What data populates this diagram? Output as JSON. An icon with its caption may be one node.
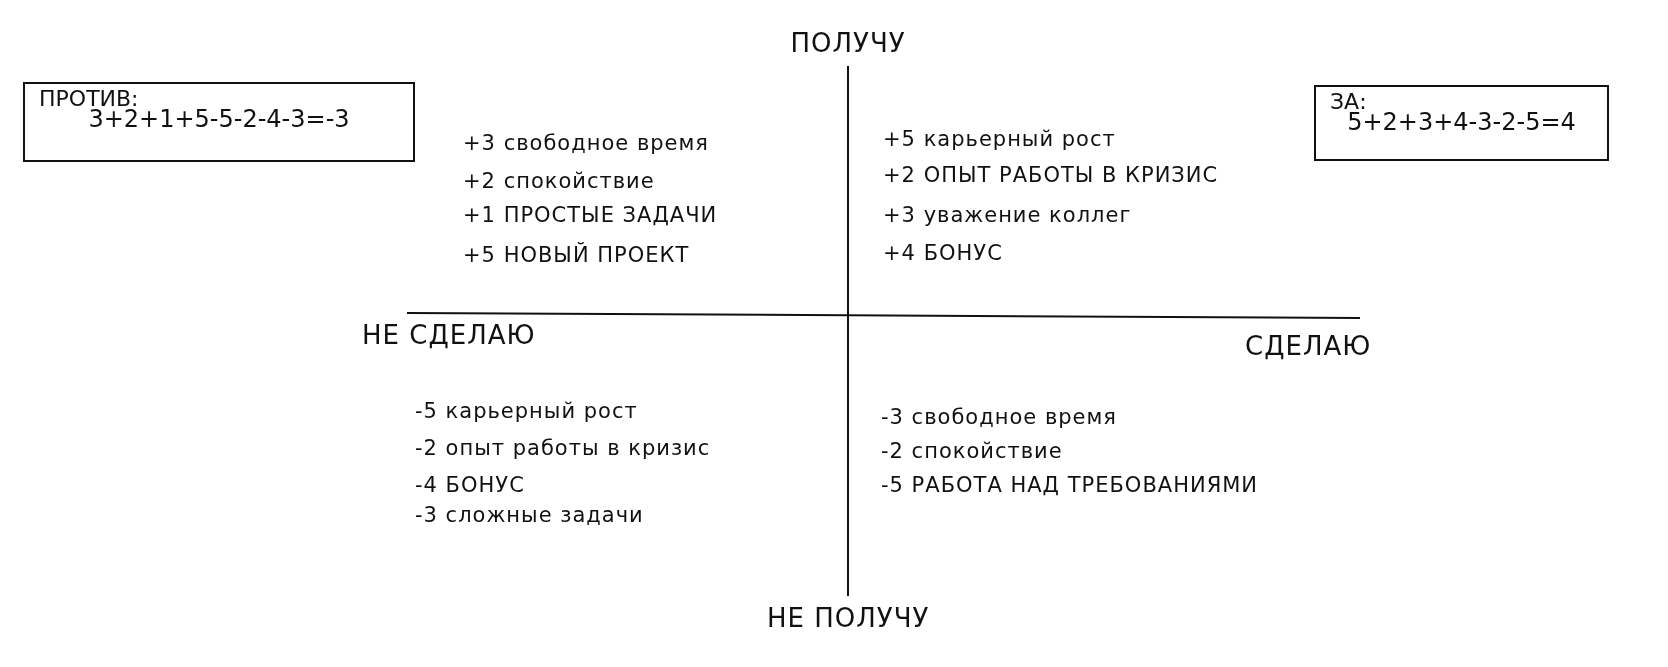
{
  "diagram": {
    "nodes": [
      {
        "text": [
          "ПРОТИВ:",
          "3+2+1+5-5-2-4-3=-3"
        ]
      },
      {
        "text": [
          "ЗА:",
          "5+2+3+4-3-2-5=4"
        ]
      }
    ],
    "labels": [
      "ПОЛУЧУ",
      "+3 свободное время",
      "+2 спокойствие",
      "+1 ПРОСТЫЕ ЗАДАЧИ",
      "+5 НОВЫЙ ПРОЕКТ",
      "+5 карьерный рост",
      "+2 ОПЫТ РАБОТЫ В КРИЗИС",
      "+3 уважение коллег",
      "+4 БОНУС",
      "НЕ СДЕЛАЮ",
      "СДЕЛАЮ",
      "-5 карьерный рост",
      "-2 опыт работы в кризис",
      "-4 БОНУС",
      "-3 сложные задачи",
      "-3 свободное время",
      "-2 спокойствие",
      "-5 РАБОТА НАД ТРЕБОВАНИЯМИ",
      "НЕ ПОЛУЧУ"
    ]
  }
}
